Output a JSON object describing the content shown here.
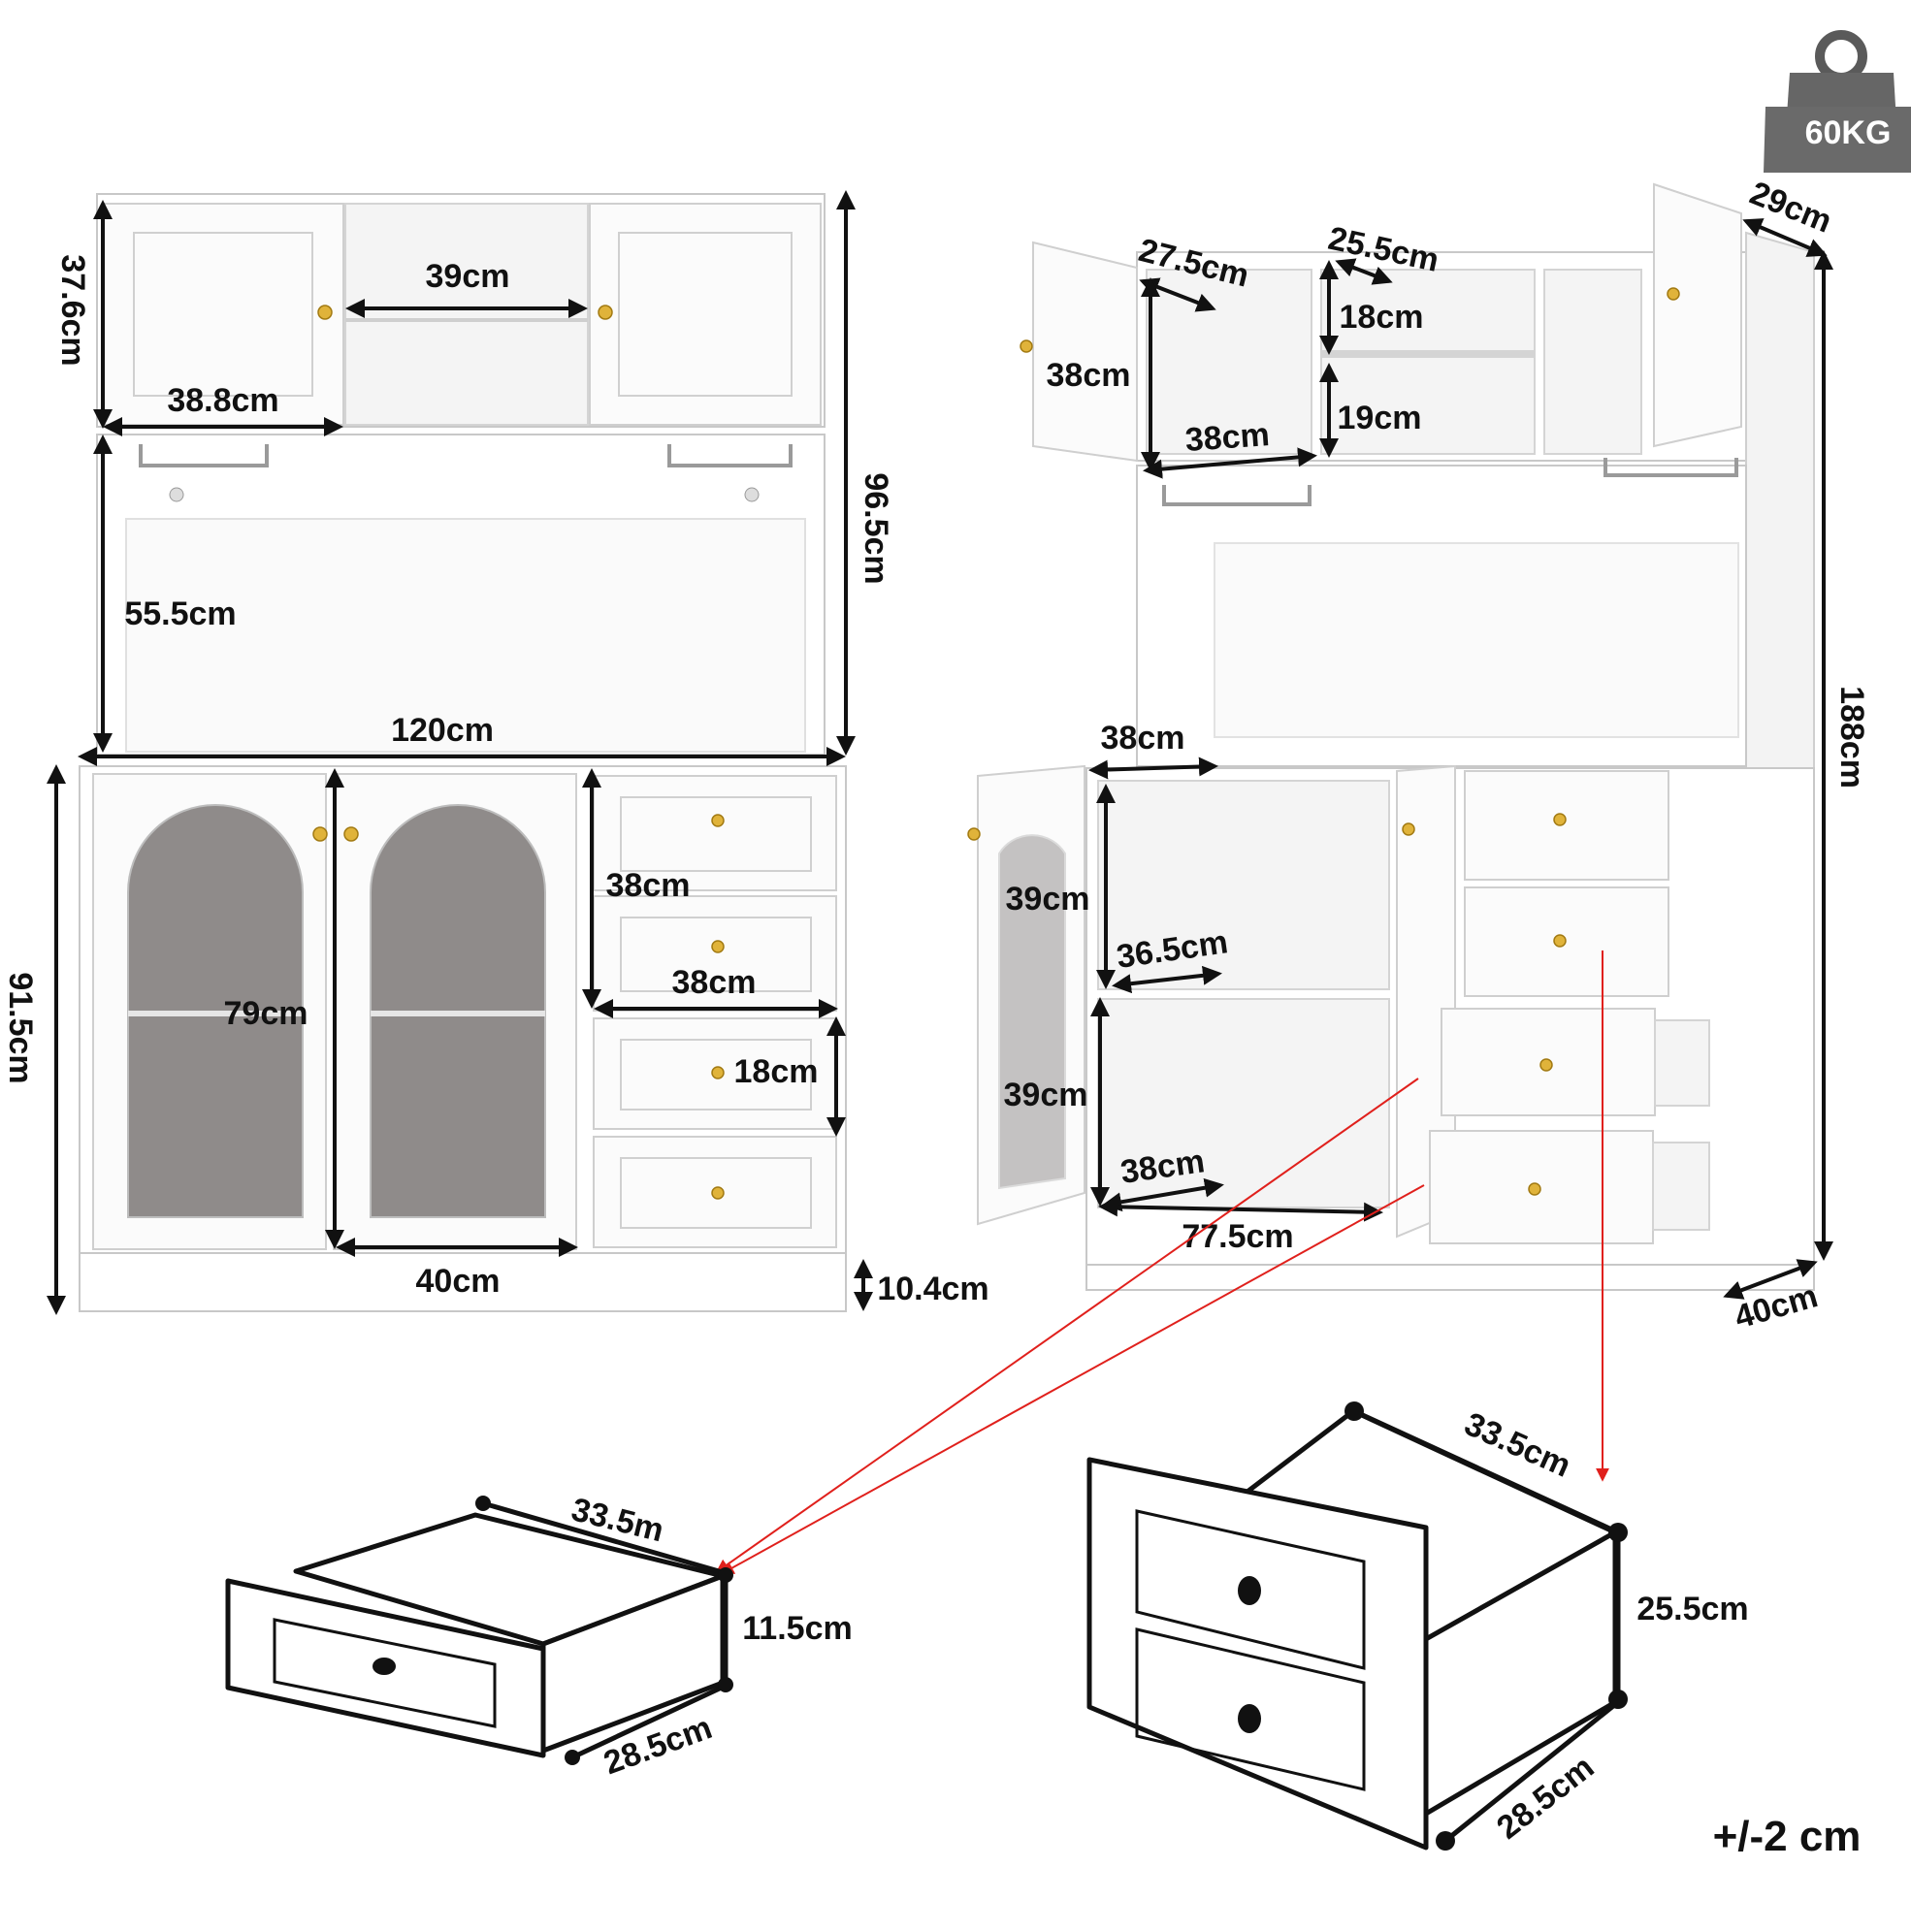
{
  "weight_badge": {
    "label": "60KG",
    "icon": "weight-icon"
  },
  "tolerance": "+/-2 cm",
  "front_view": {
    "upper_height": "37.6cm",
    "open_shelf_width": "39cm",
    "upper_door_width": "38.8cm",
    "hutch_total_height": "96.5cm",
    "open_area_height": "55.5cm",
    "total_width": "120cm",
    "base_height": "91.5cm",
    "glass_door_height": "79cm",
    "glass_door_width": "40cm",
    "drawer_width": "38cm",
    "drawer_pair_height": "38cm",
    "small_drawer_height": "18cm",
    "plinth_height": "10.4cm"
  },
  "side_view": {
    "upper_depth": "29cm",
    "upper_left_depth": "27.5cm",
    "upper_right_depth": "25.5cm",
    "upper_door_height": "38cm",
    "upper_shelf_top": "18cm",
    "upper_shelf_bottom": "19cm",
    "upper_cabinet_width": "38cm",
    "total_height": "188cm",
    "base_compartment_depth": "38cm",
    "base_upper_height": "39cm",
    "base_shelf_depth": "36.5cm",
    "base_lower_height": "39cm",
    "base_floor_depth": "38cm",
    "base_cabinet_width": "77.5cm",
    "base_depth": "40cm"
  },
  "small_drawer": {
    "width": "33.5m",
    "height": "11.5cm",
    "depth": "28.5cm"
  },
  "large_drawer": {
    "width": "33.5cm",
    "height": "25.5cm",
    "depth": "28.5cm"
  },
  "colors": {
    "annotation": "#e0201c",
    "knob": "#e0b33a",
    "glass": "#8f8b8a",
    "dimension": "#111111"
  }
}
